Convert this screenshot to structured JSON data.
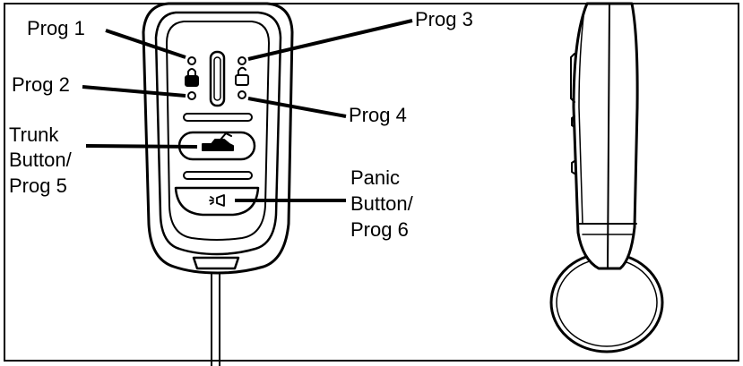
{
  "labels": {
    "prog1": "Prog 1",
    "prog2": "Prog 2",
    "prog3": "Prog 3",
    "prog4": "Prog 4",
    "trunk": [
      "Trunk",
      "Button/",
      "Prog 5"
    ],
    "panic": [
      "Panic",
      "Button/",
      "Prog 6"
    ]
  },
  "colors": {
    "ink": "#000000",
    "paper": "#ffffff",
    "shade": "#e6e6e6"
  },
  "icons": {
    "lock": "padlock-closed-icon",
    "unlock": "padlock-open-icon",
    "trunk": "car-trunk-icon",
    "panic": "horn-icon"
  }
}
